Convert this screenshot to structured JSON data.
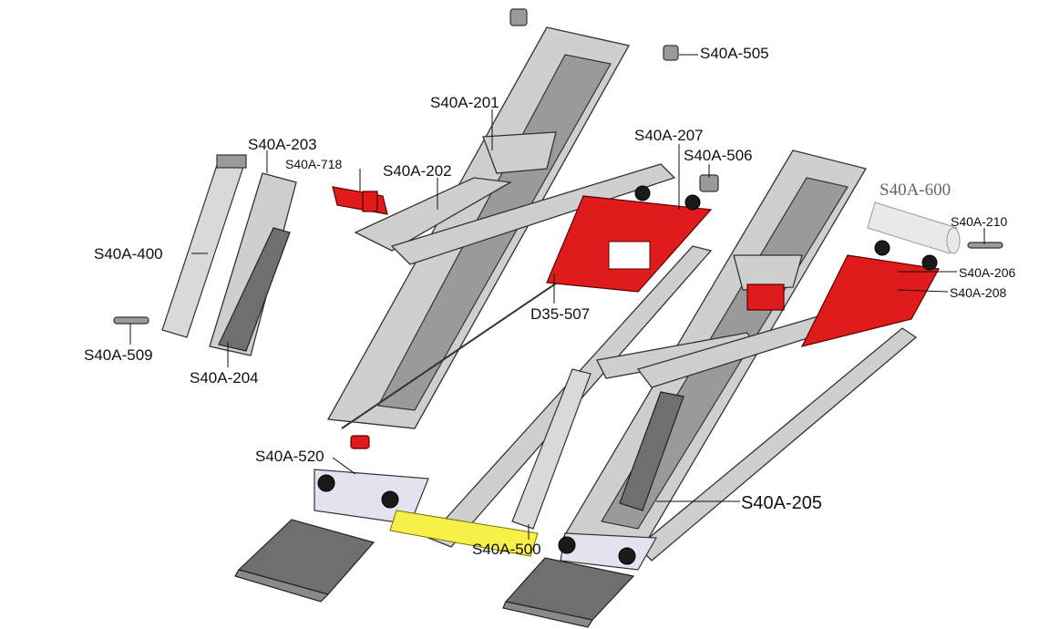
{
  "labels": {
    "l_505": "S40A-505",
    "l_201": "S40A-201",
    "l_207": "S40A-207",
    "l_506": "S40A-506",
    "l_203": "S40A-203",
    "l_718": "S40A-718",
    "l_202": "S40A-202",
    "l_600": "S40A-600",
    "l_210": "S40A-210",
    "l_400": "S40A-400",
    "l_206": "S40A-206",
    "l_208": "S40A-208",
    "l_507": "D35-507",
    "l_509": "S40A-509",
    "l_204": "S40A-204",
    "l_520": "S40A-520",
    "l_205": "S40A-205",
    "l_500": "S40A-500"
  },
  "colors": {
    "frame": "#cfcfcf",
    "platform": "#e01b1b",
    "ramp": "#6f6f6f",
    "connector": "#f6f048"
  }
}
